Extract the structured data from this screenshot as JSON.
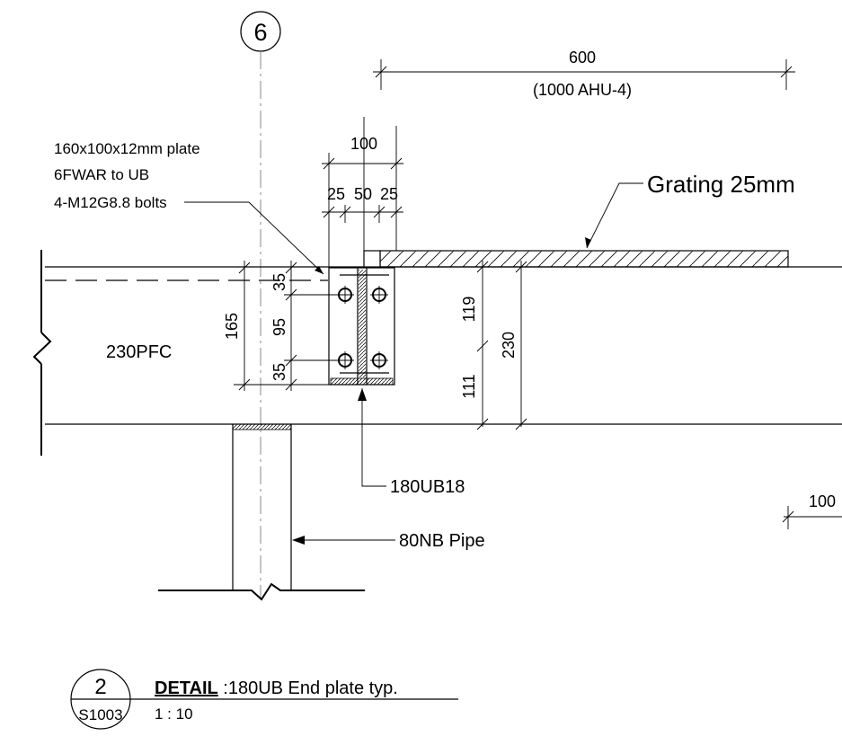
{
  "gridline_label": "6",
  "dimensions": {
    "top_span": "600",
    "top_span_note": "(1000 AHU-4)",
    "plate_width": "100",
    "bolt_edge_left": "25",
    "bolt_gauge": "50",
    "bolt_edge_right": "25",
    "bolt_edge_top": "35",
    "bolt_pitch": "95",
    "bolt_edge_bottom": "35",
    "plate_height": "165",
    "ub_upper": "119",
    "ub_lower": "111",
    "pfc_depth": "230",
    "right_partial": "100"
  },
  "callouts": {
    "plate_line1": "160x100x12mm plate",
    "plate_line2": "6FWAR to UB",
    "plate_line3": "4-M12G8.8 bolts",
    "grating": "Grating 25mm",
    "channel": "230PFC",
    "beam": "180UB18",
    "pipe": "80NB Pipe"
  },
  "title_block": {
    "detail_number": "2",
    "sheet_ref": "S1003",
    "title_bold": "DETAIL",
    "title_rest": " :180UB End plate typ.",
    "scale": "1 : 10"
  }
}
